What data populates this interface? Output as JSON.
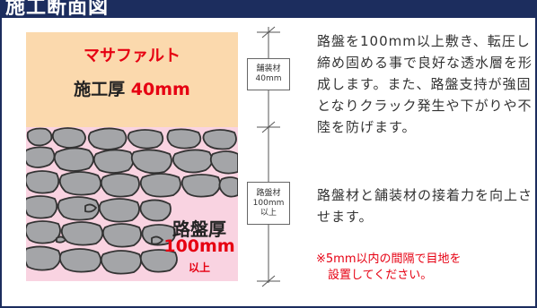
{
  "header": {
    "title": "施工断面図"
  },
  "diagram": {
    "top_layer": {
      "name": "マサファルト",
      "thickness_label": "施工厚",
      "thickness_value": "40mm"
    },
    "base_layer": {
      "name": "路盤厚",
      "thickness_value": "100mm",
      "suffix": "以上"
    },
    "dimension_labels": {
      "top": [
        "舗装材",
        "40mm"
      ],
      "bottom": [
        "路盤材",
        "100mm",
        "以上"
      ]
    }
  },
  "description": {
    "paragraph1": "路盤を100mm以上敷き、転圧し締め固める事で良好な透水層を形成します。また、路盤支持が強固となりクラック発生や下がりや不陸を防げます。",
    "paragraph2": "路盤材と舗装材の接着力を向上させます。",
    "note_line1": "※5mm以内の間隔で目地を",
    "note_line2": "設置してください。"
  },
  "colors": {
    "accent_red": "#e60012",
    "navy": "#1c2d5e",
    "top_layer_bg": "#fbd9ad",
    "base_layer_bg": "#f9d3e1",
    "rock_fill": "#a4a5a8"
  }
}
